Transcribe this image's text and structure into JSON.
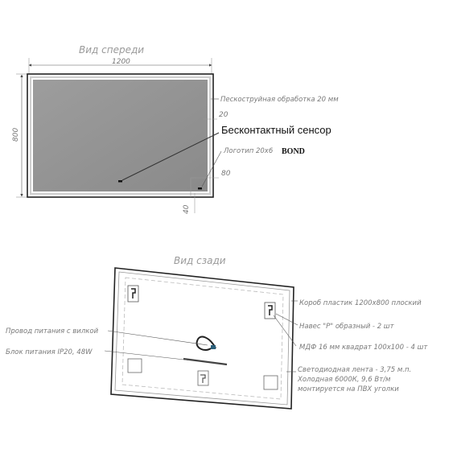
{
  "front": {
    "title": "Вид спереди",
    "width_label": "1200",
    "height_label": "800",
    "offset_label": "20",
    "sensor_label": "Бесконтактный сенсор",
    "sandblast_label": "Пескоструйная обработка 20 мм",
    "logo_label": "Логотип 20х6",
    "brand": "BOND",
    "logo_offset_x": "80",
    "logo_offset_y": "40"
  },
  "back": {
    "title": "Вид сзади",
    "box_label": "Короб пластик 1200х800 плоский",
    "hanger_label": "Навес \"Р\" образный - 2 шт",
    "mdf_label": "МДФ 16 мм квадрат 100х100 - 4 шт",
    "led_line1": "Светодиодная лента - 3,75 м.п.",
    "led_line2": "Холодная 6000К, 9,6 Вт/м",
    "led_line3": "монтируется на ПВХ уголки",
    "cable_label": "Провод питания с вилкой",
    "psu_label": "Блок питания IP20, 48W"
  }
}
